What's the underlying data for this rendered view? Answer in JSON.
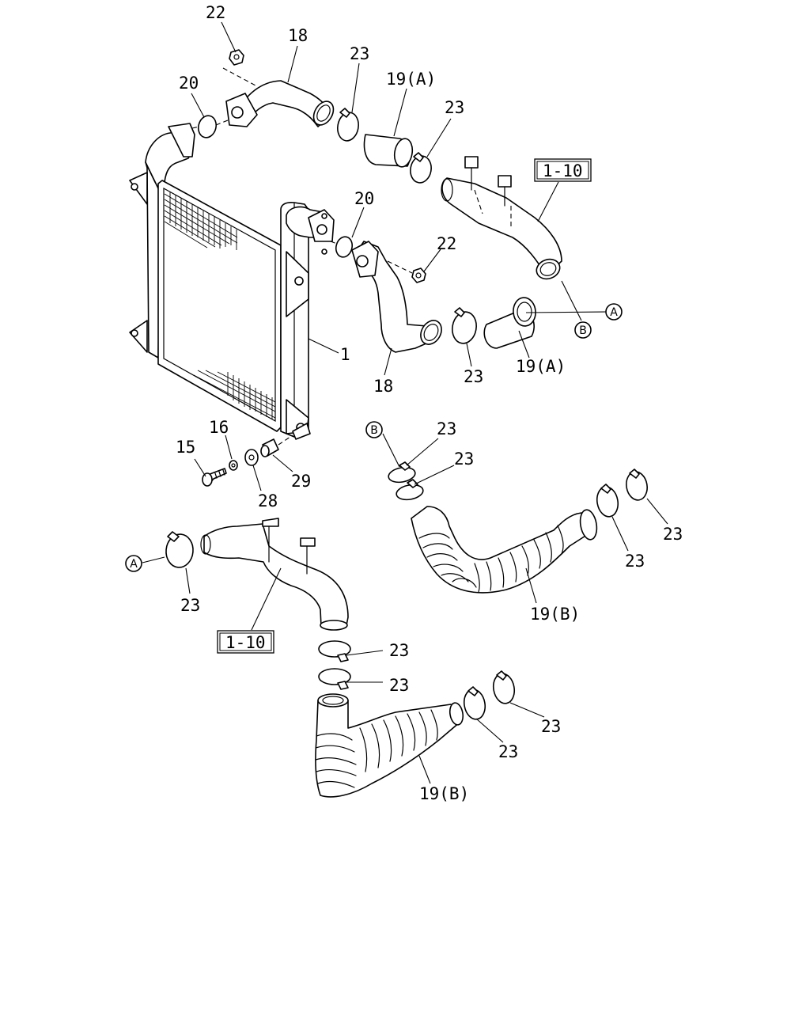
{
  "callouts": {
    "c22_top": "22",
    "c18_top": "18",
    "c23_top": "23",
    "c19a_top": "19(A)",
    "c23_top2": "23",
    "c20_top": "20",
    "c20_mid": "20",
    "c22_mid": "22",
    "c1": "1",
    "c18_mid": "18",
    "c23_mid": "23",
    "c19a_mid": "19(A)",
    "c16": "16",
    "c15": "15",
    "c29": "29",
    "c28": "28",
    "c23_b1": "23",
    "c23_b2": "23",
    "c23_r1": "23",
    "c23_r2": "23",
    "c19b_mid": "19(B)",
    "c23_a": "23",
    "c23_l1": "23",
    "c23_l2": "23",
    "c23_br1": "23",
    "c23_br2": "23",
    "c19b_bot": "19(B)"
  },
  "ref_boxes": {
    "ref_top": "1-10",
    "ref_bottom": "1-10"
  },
  "connectors": {
    "a_right": "A",
    "b_right": "B",
    "b_mid": "B",
    "a_left": "A"
  }
}
